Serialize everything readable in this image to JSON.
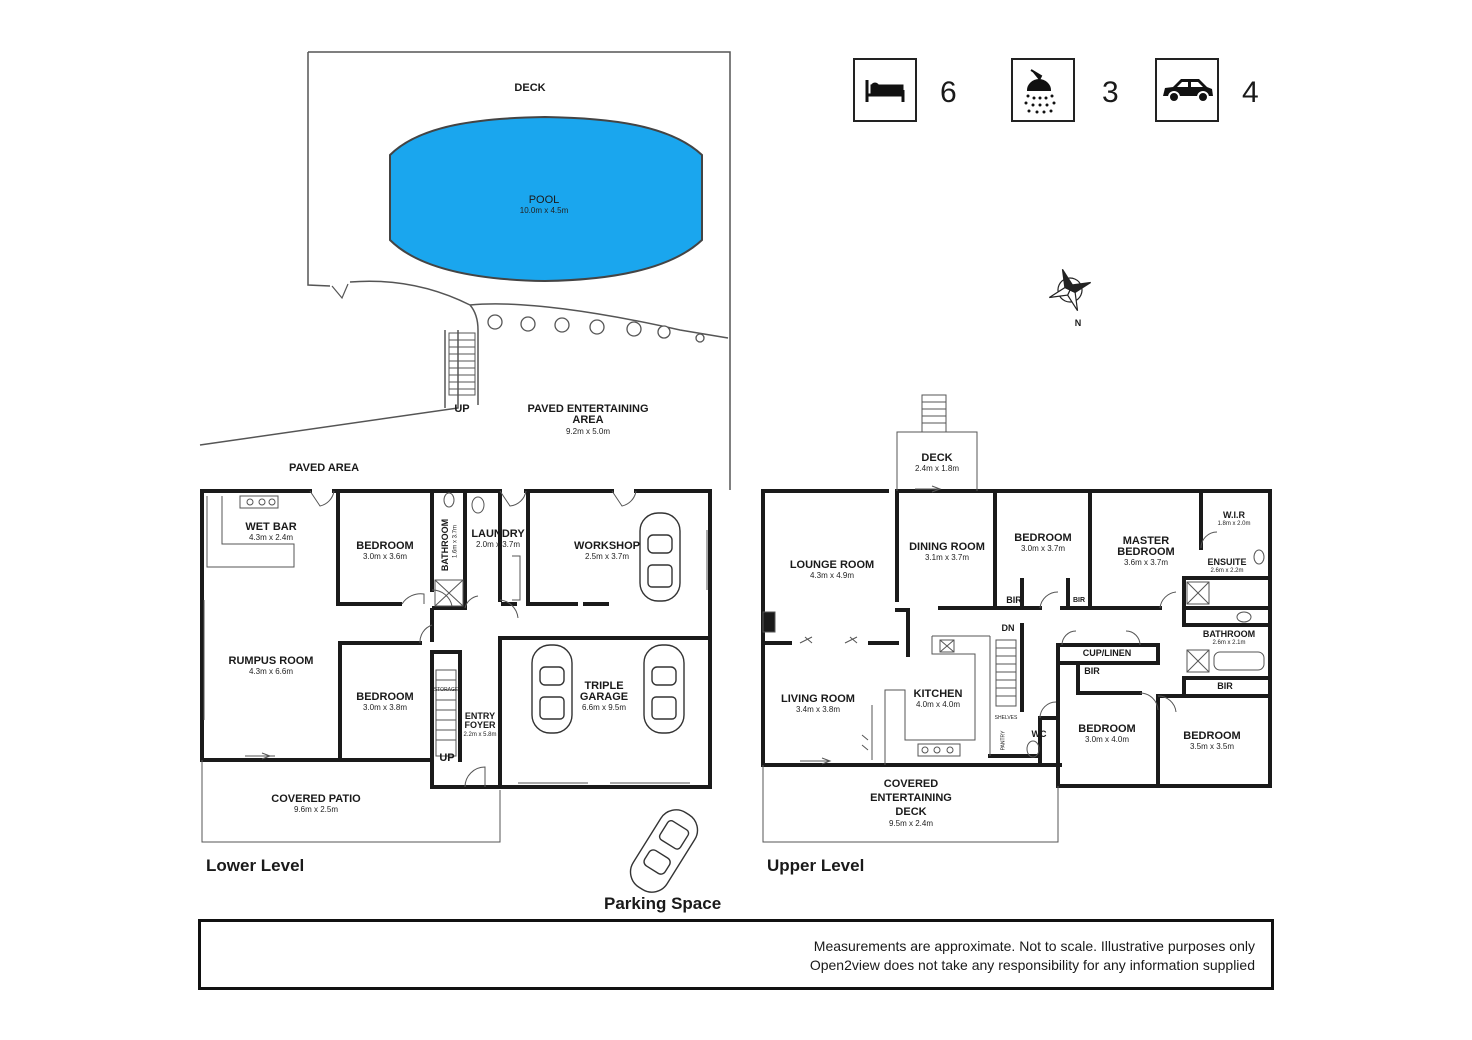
{
  "summary": {
    "beds": {
      "icon": "bed-icon",
      "count": "6"
    },
    "baths": {
      "icon": "shower-icon",
      "count": "3"
    },
    "cars": {
      "icon": "car-icon",
      "count": "4"
    }
  },
  "colors": {
    "pool": "#1aa6ee",
    "wall": "#1a1a1a",
    "line": "#555555"
  },
  "outdoor": {
    "deck": "DECK",
    "pool": {
      "name": "POOL",
      "dim": "10.0m x 4.5m"
    },
    "paved_entertaining": {
      "line1": "PAVED ENTERTAINING",
      "line2": "AREA",
      "dim": "9.2m x 5.0m"
    },
    "paved_area": "PAVED AREA",
    "up": "UP",
    "parking": "Parking Space"
  },
  "lower_level": {
    "title": "Lower Level",
    "rooms": {
      "wet_bar": {
        "name": "WET BAR",
        "dim": "4.3m x 2.4m"
      },
      "bedroom1": {
        "name": "BEDROOM",
        "dim": "3.0m x 3.6m"
      },
      "bathroom": {
        "name": "BATHROOM",
        "dim": "1.6m x 3.7m"
      },
      "laundry": {
        "name": "LAUNDRY",
        "dim": "2.0m x 3.7m"
      },
      "workshop": {
        "name": "WORKSHOP",
        "dim": "2.5m x 3.7m"
      },
      "rumpus": {
        "name": "RUMPUS ROOM",
        "dim": "4.3m x 6.6m"
      },
      "bedroom2": {
        "name": "BEDROOM",
        "dim": "3.0m x 3.8m"
      },
      "storage": "STORAGE",
      "entry_foyer": {
        "line1": "ENTRY",
        "line2": "FOYER",
        "dim": "2.2m x 5.8m"
      },
      "up": "UP",
      "garage": {
        "line1": "TRIPLE",
        "line2": "GARAGE",
        "dim": "6.6m x 9.5m"
      },
      "covered_patio": {
        "name": "COVERED PATIO",
        "dim": "9.6m x 2.5m"
      }
    }
  },
  "upper_level": {
    "title": "Upper Level",
    "rooms": {
      "deck": {
        "name": "DECK",
        "dim": "2.4m x 1.8m"
      },
      "lounge": {
        "name": "LOUNGE ROOM",
        "dim": "4.3m x 4.9m"
      },
      "dining": {
        "name": "DINING ROOM",
        "dim": "3.1m x 3.7m"
      },
      "bedroom_a": {
        "name": "BEDROOM",
        "dim": "3.0m x 3.7m"
      },
      "master": {
        "line1": "MASTER",
        "line2": "BEDROOM",
        "dim": "3.6m x 3.7m"
      },
      "wir": {
        "name": "W.I.R",
        "dim": "1.8m x 2.0m"
      },
      "ensuite": {
        "name": "ENSUITE",
        "dim": "2.6m x 2.2m"
      },
      "bir1": "BIR",
      "bir2": "BIR",
      "dn": "DN",
      "cup_linen": "CUP/LINEN",
      "bathroom": {
        "name": "BATHROOM",
        "dim": "2.6m x 2.1m"
      },
      "bir3": "BIR",
      "bir4": "BIR",
      "living": {
        "name": "LIVING ROOM",
        "dim": "3.4m x 3.8m"
      },
      "kitchen": {
        "name": "KITCHEN",
        "dim": "4.0m x 4.0m"
      },
      "shelves": "SHELVES",
      "pantry": "PANTRY",
      "wc": "WC",
      "bedroom_b": {
        "name": "BEDROOM",
        "dim": "3.0m x 4.0m"
      },
      "bedroom_c": {
        "name": "BEDROOM",
        "dim": "3.5m x 3.5m"
      },
      "covered_deck": {
        "line1": "COVERED",
        "line2": "ENTERTAINING",
        "line3": "DECK",
        "dim": "9.5m x 2.4m"
      }
    }
  },
  "compass": {
    "north": "N"
  },
  "disclaimer": {
    "line1": "Measurements are approximate. Not to scale. Illustrative purposes only",
    "line2": "Open2view does not take any responsibility for any information supplied"
  }
}
